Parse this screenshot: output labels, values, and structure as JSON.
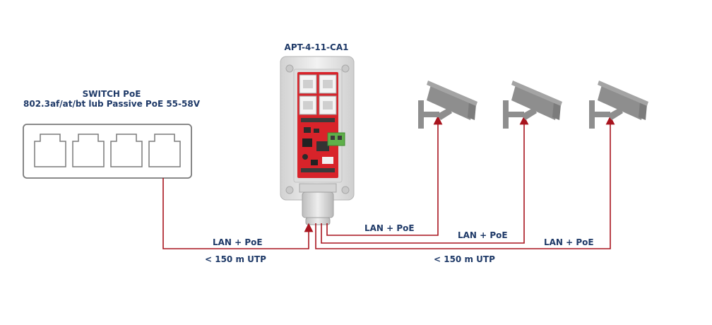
{
  "switch": {
    "title_line1": "SWITCH PoE",
    "title_line2": "802.3af/at/bt lub Passive PoE 55-58V",
    "port_count": 4
  },
  "device": {
    "model": "APT-4-11-CA1"
  },
  "links": {
    "left_label": "LAN + PoE",
    "left_distance": "< 150 m UTP",
    "right_distance": "< 150 m UTP",
    "camera_labels": [
      "LAN + PoE",
      "LAN + PoE",
      "LAN + PoE"
    ]
  },
  "cameras": {
    "count": 3,
    "icon": "cctv-camera-icon"
  },
  "colors": {
    "line": "#a8141e",
    "label": "#1f3a68",
    "pcb": "#d8232a",
    "enclosure": "#e6e6e6",
    "switch_border": "#7a7a7a",
    "camera": "#8e8e8e",
    "terminal": "#5fb04a"
  }
}
